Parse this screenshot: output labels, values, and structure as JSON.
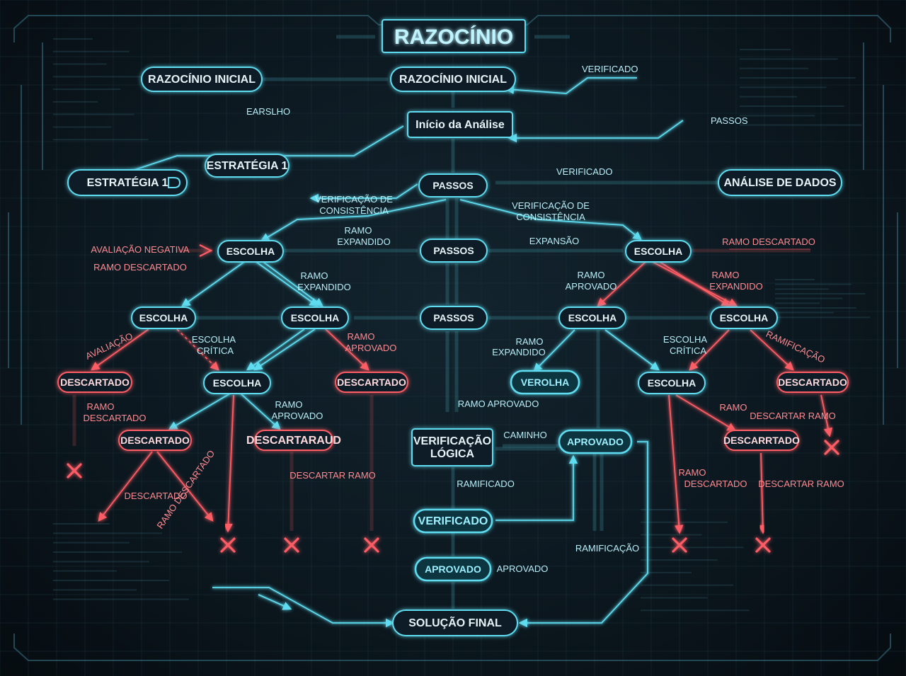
{
  "title": "RAZOCÍNIO",
  "colors": {
    "cyan": "#5fdcf0",
    "cyan_glow": "#2fb9d6",
    "red": "#ff5d66",
    "red_glow": "#e0343f",
    "text": "#e6f4f8",
    "node_fill": "#0f1e27"
  },
  "nodes": [
    {
      "id": "raz_inicial_l",
      "label": "RAZOCÍNIO INICIAL",
      "tone": "cyan"
    },
    {
      "id": "raz_inicial_c",
      "label": "RAZOCÍNIO INICIAL",
      "tone": "cyan"
    },
    {
      "id": "inicio",
      "label": "Início da Análise",
      "tone": "cyan"
    },
    {
      "id": "estrategia1_a",
      "label": "ESTRATÉGIA 1",
      "tone": "cyan"
    },
    {
      "id": "estrategia1_b",
      "label": "ESTRATÉGIA 1",
      "tone": "cyan"
    },
    {
      "id": "passos1",
      "label": "PASSOS",
      "tone": "cyan"
    },
    {
      "id": "analise",
      "label": "ANÁLISE DE DADOS",
      "tone": "cyan"
    },
    {
      "id": "passos2",
      "label": "PASSOS",
      "tone": "cyan"
    },
    {
      "id": "escolha_l1",
      "label": "ESCOLHA",
      "tone": "cyan"
    },
    {
      "id": "escolha_r1",
      "label": "ESCOLHA",
      "tone": "cyan"
    },
    {
      "id": "passos3",
      "label": "PASSOS",
      "tone": "cyan"
    },
    {
      "id": "escolha_l2a",
      "label": "ESCOLHA",
      "tone": "cyan"
    },
    {
      "id": "escolha_l2b",
      "label": "ESCOLHA",
      "tone": "cyan"
    },
    {
      "id": "escolha_r2a",
      "label": "ESCOLHA",
      "tone": "cyan"
    },
    {
      "id": "escolha_r2b",
      "label": "ESCOLHA",
      "tone": "cyan"
    },
    {
      "id": "desc_1",
      "label": "DESCARTADO",
      "tone": "red"
    },
    {
      "id": "escolha_l3",
      "label": "ESCOLHA",
      "tone": "cyan"
    },
    {
      "id": "desc_2",
      "label": "DESCARTADO",
      "tone": "red"
    },
    {
      "id": "verolha",
      "label": "VEROLHA",
      "tone": "cyan"
    },
    {
      "id": "escolha_r3",
      "label": "ESCOLHA",
      "tone": "cyan"
    },
    {
      "id": "desc_3",
      "label": "DESCARTADO",
      "tone": "red"
    },
    {
      "id": "desc_4",
      "label": "DESCARTADO",
      "tone": "red"
    },
    {
      "id": "desc_5",
      "label": "DESCARTARAUD",
      "tone": "red"
    },
    {
      "id": "verif_logica",
      "label": "VERIFICAÇÃO\nLÓGICA",
      "tone": "cyan"
    },
    {
      "id": "aprovado_r",
      "label": "APROVADO",
      "tone": "cyan"
    },
    {
      "id": "desc_6",
      "label": "DESCARRTADO",
      "tone": "red"
    },
    {
      "id": "verificado_n",
      "label": "VERIFICADO",
      "tone": "cyan"
    },
    {
      "id": "aprovado_n",
      "label": "APROVADO",
      "tone": "cyan"
    },
    {
      "id": "solucao",
      "label": "SOLUÇÃO FINAL",
      "tone": "cyan"
    }
  ],
  "annotations": [
    {
      "text": "VERIFICADO",
      "tone": "cyan"
    },
    {
      "text": "EARSLHO",
      "tone": "cyan"
    },
    {
      "text": "PASSOS",
      "tone": "cyan"
    },
    {
      "text": "VERIFICADO",
      "tone": "cyan"
    },
    {
      "text": "VERIFICAÇÃO DE",
      "tone": "cyan"
    },
    {
      "text": "CONSISTÊNCIA",
      "tone": "cyan"
    },
    {
      "text": "VERIFICAÇÃO DE",
      "tone": "cyan"
    },
    {
      "text": "CONSISTÊNCIA",
      "tone": "cyan"
    },
    {
      "text": "RAMO",
      "tone": "cyan"
    },
    {
      "text": "EXPANDIDO",
      "tone": "cyan"
    },
    {
      "text": "EXPANSÃO",
      "tone": "cyan"
    },
    {
      "text": "RAMO DESCARTADO",
      "tone": "red"
    },
    {
      "text": "AVALIAÇÃO NEGATIVA",
      "tone": "red"
    },
    {
      "text": "RAMO DESCARTADO",
      "tone": "red"
    },
    {
      "text": "RAMO",
      "tone": "cyan"
    },
    {
      "text": "EXPANDIDO",
      "tone": "cyan"
    },
    {
      "text": "RAMO",
      "tone": "cyan"
    },
    {
      "text": "APROVADO",
      "tone": "cyan"
    },
    {
      "text": "RAMO",
      "tone": "red"
    },
    {
      "text": "EXPANDIDO",
      "tone": "red"
    },
    {
      "text": "AVALIAÇÃO",
      "tone": "red"
    },
    {
      "text": "ESCOLHA",
      "tone": "cyan"
    },
    {
      "text": "CRÍTICA",
      "tone": "cyan"
    },
    {
      "text": "RAMO",
      "tone": "red"
    },
    {
      "text": "APROVADO",
      "tone": "red"
    },
    {
      "text": "RAMO",
      "tone": "cyan"
    },
    {
      "text": "EXPANDIDO",
      "tone": "cyan"
    },
    {
      "text": "ESCOLHA",
      "tone": "cyan"
    },
    {
      "text": "CRÍTICA",
      "tone": "cyan"
    },
    {
      "text": "RAMIFICAÇÃO",
      "tone": "red"
    },
    {
      "text": "RAMO",
      "tone": "red"
    },
    {
      "text": "DESCARTADO",
      "tone": "red"
    },
    {
      "text": "RAMO",
      "tone": "cyan"
    },
    {
      "text": "APROVADO",
      "tone": "cyan"
    },
    {
      "text": "RAMO APROVADO",
      "tone": "cyan"
    },
    {
      "text": "CAMINHO",
      "tone": "cyan"
    },
    {
      "text": "RAMO",
      "tone": "red"
    },
    {
      "text": "DESCARTADO",
      "tone": "red"
    },
    {
      "text": "RAMO DESCARTADO",
      "tone": "red"
    },
    {
      "text": "DESCARTADO",
      "tone": "red"
    },
    {
      "text": "DESCARTAR RAMO",
      "tone": "red"
    },
    {
      "text": "RAMIFICADO",
      "tone": "cyan"
    },
    {
      "text": "RAMO",
      "tone": "red"
    },
    {
      "text": "DESCARTAR RAMO",
      "tone": "red"
    },
    {
      "text": "DESCARTAR RAMO",
      "tone": "red"
    },
    {
      "text": "RAMIFICAÇÃO",
      "tone": "cyan"
    },
    {
      "text": "APROVADO",
      "tone": "cyan"
    }
  ]
}
